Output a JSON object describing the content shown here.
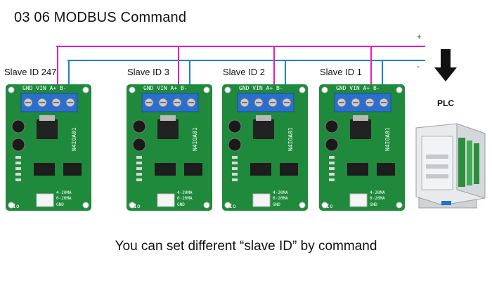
{
  "title": "03 06 MODBUS Command",
  "caption": "You can set different “slave ID” by command",
  "slaves": [
    {
      "label": "Slave ID 247"
    },
    {
      "label": "Slave ID 3"
    },
    {
      "label": "Slave ID 2"
    },
    {
      "label": "Slave ID 1"
    }
  ],
  "plc": {
    "label": "PLC",
    "arrow_icon": "down-arrow-icon"
  },
  "bus": {
    "plus_label": "+",
    "minus_label": "-",
    "plus_color": "#e020c0",
    "minus_color": "#1e7fd6"
  },
  "board": {
    "color": "#1f8a3b",
    "terminal_color": "#2a6fd0",
    "terminal_labels": "GND VIN  A+  B-",
    "model": "N4IOA01",
    "current_label": "4-20MA",
    "current_label_2": "0-20MA",
    "gnd_label": "GND",
    "io_label": "Io"
  }
}
